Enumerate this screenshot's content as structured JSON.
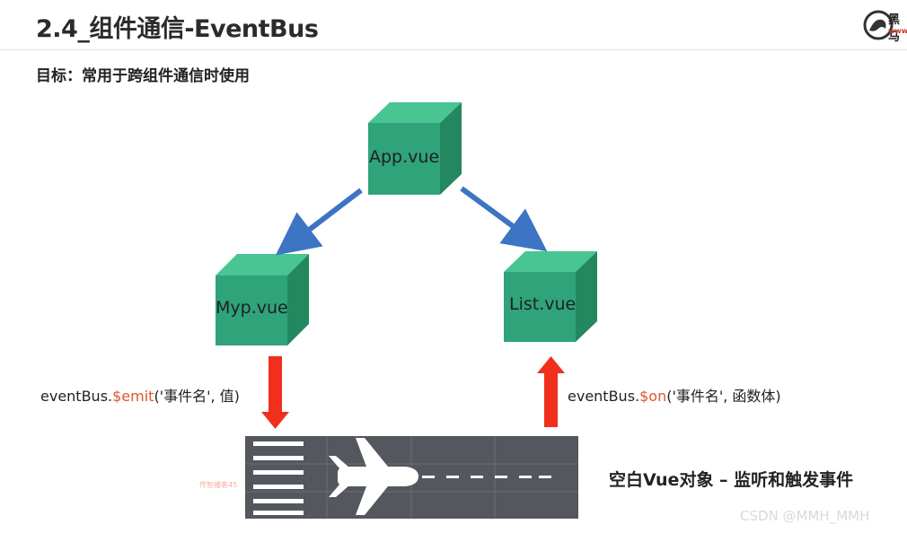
{
  "header": {
    "title": "2.4_组件通信-EventBus",
    "logo_text": "黑马",
    "logo_sub": "www.it"
  },
  "goal": "目标：常用于跨组件通信时使用",
  "nodes": {
    "app": "App.vue",
    "myp": "Myp.vue",
    "list": "List.vue"
  },
  "emit_code": {
    "prefix": "eventBus.",
    "method": "$emit",
    "args": "('事件名', 值)"
  },
  "on_code": {
    "prefix": "eventBus.",
    "method": "$on",
    "args": "('事件名', 函数体)"
  },
  "bus_label": "空白Vue对象 – 监听和触发事件",
  "watermark": "传智播客45",
  "csdn": "CSDN @MMH_MMH",
  "colors": {
    "cube_front": "#2fa37a",
    "cube_top": "#49c493",
    "cube_side": "#23875f",
    "blue_arrow": "#3d74c4",
    "red_arrow": "#f0301c",
    "runway": "#55575f",
    "highlight": "#e0562b"
  }
}
